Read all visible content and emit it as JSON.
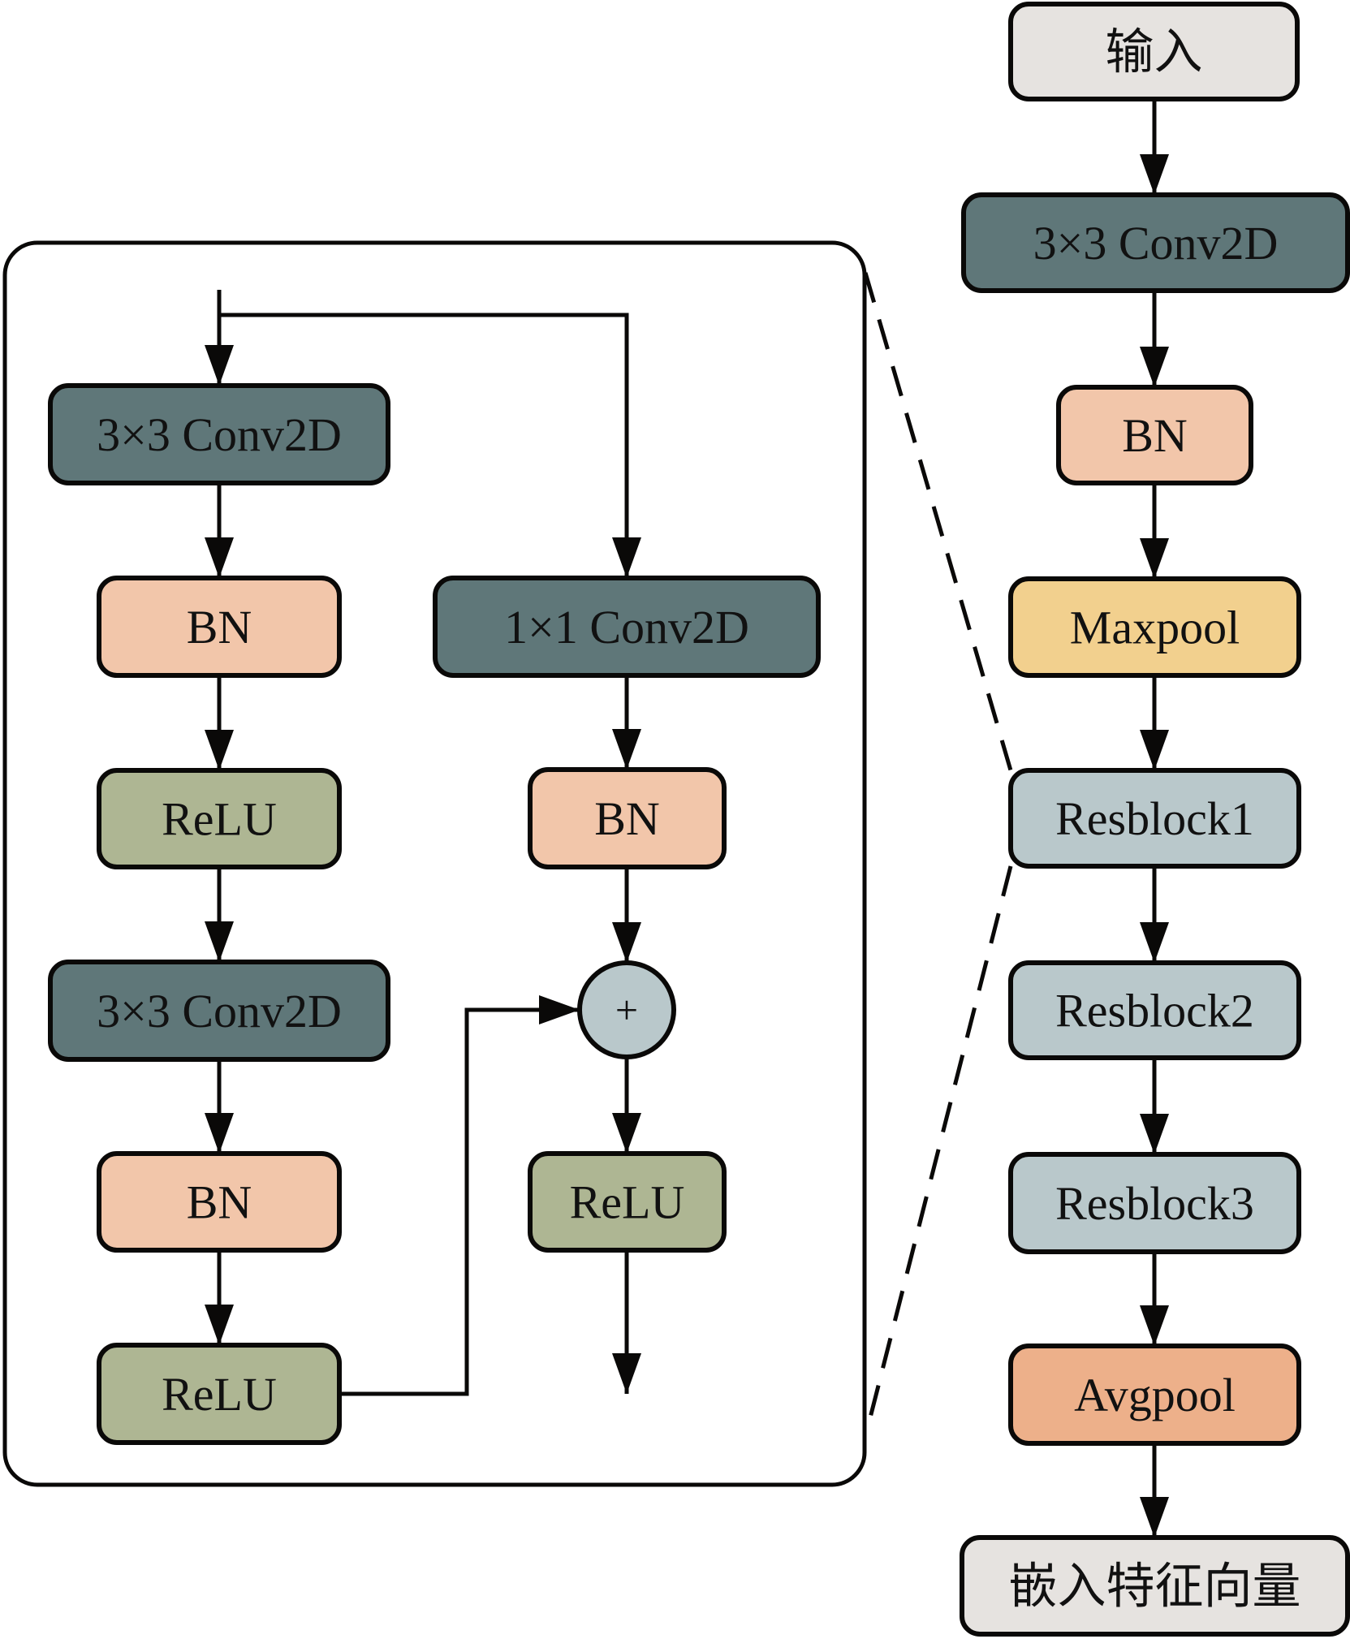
{
  "colors": {
    "conv": "#5F7779",
    "bn": "#F2C6AA",
    "relu": "#AEB693",
    "maxpool": "#F2D08E",
    "resblock": "#B9C8CB",
    "avgpool": "#EDB08A",
    "io": "#E6E3E0",
    "add": "#B9C8CB",
    "stroke": "#0A0908"
  },
  "resblock_detail": {
    "main_path": [
      {
        "id": "conv3x3-a",
        "label": "3×3 Conv2D",
        "kind": "conv"
      },
      {
        "id": "bn-a",
        "label": "BN",
        "kind": "bn"
      },
      {
        "id": "relu-a",
        "label": "ReLU",
        "kind": "relu"
      },
      {
        "id": "conv3x3-b",
        "label": "3×3 Conv2D",
        "kind": "conv"
      },
      {
        "id": "bn-b",
        "label": "BN",
        "kind": "bn"
      },
      {
        "id": "relu-b",
        "label": "ReLU",
        "kind": "relu"
      }
    ],
    "shortcut_path": [
      {
        "id": "conv1x1",
        "label": "1×1 Conv2D",
        "kind": "conv"
      },
      {
        "id": "bn-s",
        "label": "BN",
        "kind": "bn"
      }
    ],
    "add_symbol": "+",
    "post_add": {
      "id": "relu-out",
      "label": "ReLU",
      "kind": "relu"
    }
  },
  "main_network": [
    {
      "id": "input",
      "label": "输入",
      "kind": "io"
    },
    {
      "id": "conv3x3",
      "label": "3×3 Conv2D",
      "kind": "conv"
    },
    {
      "id": "bn",
      "label": "BN",
      "kind": "bn"
    },
    {
      "id": "maxpool",
      "label": "Maxpool",
      "kind": "maxpool"
    },
    {
      "id": "resblock1",
      "label": "Resblock1",
      "kind": "resblock"
    },
    {
      "id": "resblock2",
      "label": "Resblock2",
      "kind": "resblock"
    },
    {
      "id": "resblock3",
      "label": "Resblock3",
      "kind": "resblock"
    },
    {
      "id": "avgpool",
      "label": "Avgpool",
      "kind": "avgpool"
    },
    {
      "id": "embedding",
      "label": "嵌入特征向量",
      "kind": "io"
    }
  ],
  "expanded_block": "resblock1"
}
